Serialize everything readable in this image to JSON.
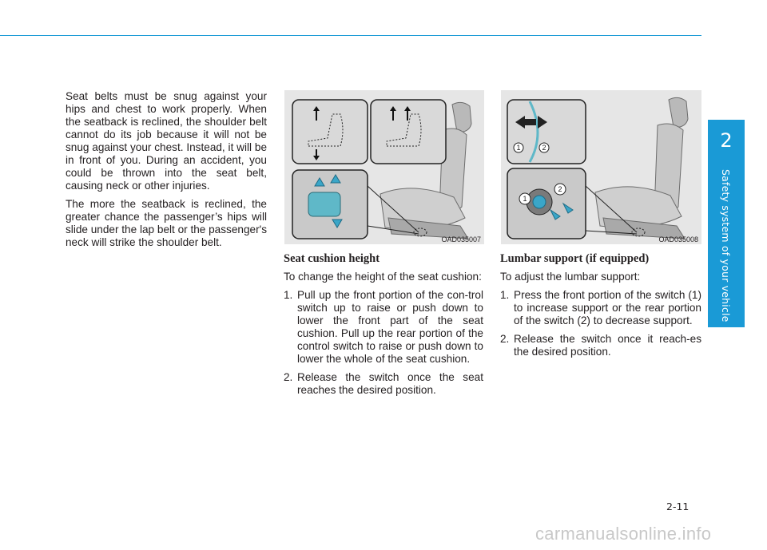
{
  "section_tab": {
    "number": "2",
    "title": "Safety system of your vehicle"
  },
  "left_column": {
    "paragraphs": [
      "Seat belts must be snug against your hips and chest to work properly. When the seatback is reclined, the shoulder belt cannot do its job because it will not be snug against your chest. Instead, it will be in front of you. During an accident, you could be thrown into the seat belt, causing neck or other injuries.",
      "The more the seatback is reclined, the greater chance the passenger’s hips will slide under the lap belt or the passenger's neck will strike the shoulder belt."
    ]
  },
  "seat_height": {
    "figure_code": "OAD035007",
    "heading": "Seat cushion height",
    "intro": "To change the height of the seat cushion:",
    "steps": [
      {
        "num": "1.",
        "text": "Pull up the front portion of the con-trol switch up to raise or push down to lower the front part of the seat cushion. Pull up the rear portion of the control switch to raise or push down to lower the whole of the seat cushion."
      },
      {
        "num": "2.",
        "text": "Release the switch once the seat reaches the desired position."
      }
    ]
  },
  "lumbar": {
    "figure_code": "OAD035008",
    "heading": "Lumbar support (if equipped)",
    "intro": "To adjust the lumbar support:",
    "steps": [
      {
        "num": "1.",
        "text": "Press the front portion of the switch (1) to increase support or the rear portion of the switch (2) to decrease support."
      },
      {
        "num": "2.",
        "text": "Release the switch once it reach-es the desired position."
      }
    ],
    "callouts": [
      "1",
      "2"
    ]
  },
  "page_number": "2-11",
  "watermark": "carmanualsonline.info",
  "colors": {
    "accent": "#1a9ad6",
    "arrow": "#3aa6c8"
  }
}
